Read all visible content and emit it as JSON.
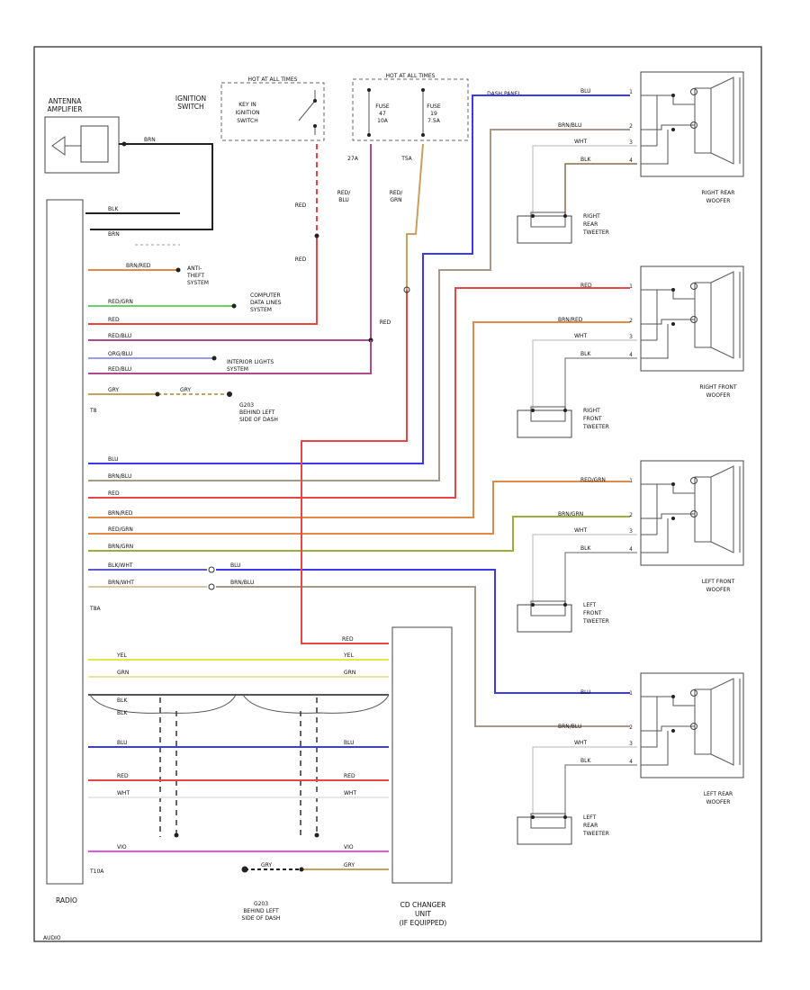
{
  "colors": {
    "blu": "#3a3ae8",
    "brn": "#8b6a4c",
    "wht": "#cfcfcf",
    "red": "#e94545",
    "org": "#e08a4a",
    "grn": "#4bbf4b",
    "yel": "#e6e64a",
    "gry": "#999999",
    "tan": "#c8a060",
    "vio": "#e05ad8",
    "redblu": "#b04a90",
    "orgblu": "#9a9aee",
    "brnorg": "#c4a080",
    "grnred": "#9aae3a",
    "dblu": "#5a5ac8",
    "ground": "#222222"
  },
  "labels": {
    "antenna_amplifier": [
      "ANTENNA",
      "AMPLIFIER"
    ],
    "ignition_switch": [
      "IGNITION",
      "SWITCH"
    ],
    "hot_at_all_times_1": "HOT AT ALL TIMES",
    "key_in_switch": [
      "KEY IN",
      "IGNITION",
      "SWITCH"
    ],
    "hot_at_all_times_2": "HOT AT ALL TIMES",
    "fuse_a": [
      "FUSE",
      "47",
      "10A"
    ],
    "fuse_b": [
      "FUSE",
      "19",
      "7.5A"
    ],
    "fuse_ref_a": "27A",
    "fuse_ref_b": "T5A",
    "dash_panel": "DASH PANEL",
    "anti_theft": [
      "ANTI-",
      "THEFT",
      "SYSTEM"
    ],
    "computer_data_lines": [
      "COMPUTER",
      "DATA LINES",
      "SYSTEM"
    ],
    "interior_lights": [
      "INTERIOR LIGHTS",
      "SYSTEM"
    ],
    "ground_g203": [
      "G203",
      "BEHIND LEFT",
      "SIDE OF DASH"
    ],
    "ground_g203_b": [
      "G203",
      "BEHIND LEFT",
      "SIDE OF DASH"
    ],
    "connector_t8": "T8",
    "connector_t8a": "T8A",
    "connector_t10a": "T10A",
    "radio": "RADIO",
    "cd_changer": [
      "CD CHANGER",
      "UNIT",
      "(IF EQUIPPED)"
    ],
    "right_rear_woofer": [
      "RIGHT REAR",
      "WOOFER"
    ],
    "right_rear_tweeter": [
      "RIGHT",
      "REAR",
      "TWEETER"
    ],
    "right_front_woofer": [
      "RIGHT FRONT",
      "WOOFER"
    ],
    "right_front_tweeter": [
      "RIGHT",
      "FRONT",
      "TWEETER"
    ],
    "left_front_woofer": [
      "LEFT FRONT",
      "WOOFER"
    ],
    "left_front_tweeter": [
      "LEFT",
      "FRONT",
      "TWEETER"
    ],
    "left_rear_woofer": [
      "LEFT REAR",
      "WOOFER"
    ],
    "left_rear_tweeter": [
      "LEFT",
      "REAR",
      "TWEETER"
    ],
    "footer": "AUDIO"
  },
  "wires": {
    "red": "RED",
    "red_blu": [
      "RED/",
      "BLU"
    ],
    "red_grn": [
      "RED/",
      "GRN"
    ],
    "antenna": "BRN",
    "radio_top": [
      "BLK",
      "BRN"
    ],
    "radio_t8": [
      "BRN/RED",
      "RED/GRN",
      "RED",
      "RED/BLU",
      "ORG/BLU",
      "RED/BLU",
      "GRY",
      "GRY"
    ],
    "radio_t8a": [
      "BLU",
      "BRN/BLU",
      "RED",
      "BRN/RED",
      "RED/GRN",
      "BRN/GRN",
      "BLK/WHT",
      "BRN/WHT"
    ],
    "radio_t8a_ext": [
      "BLU",
      "BRN/BLU"
    ],
    "radio_t10a": [
      "YEL",
      "GRN",
      "BLK",
      "BLK",
      "BLU",
      "RED",
      "WHT",
      "VIO"
    ],
    "cd_side": [
      "RED",
      "YEL",
      "GRN",
      "BLU",
      "RED",
      "WHT",
      "VIO",
      "GRY"
    ],
    "ground_wire": "GRY",
    "spk_rr": [
      "BLU",
      "BRN/BLU",
      "WHT",
      "BLK"
    ],
    "spk_rf": [
      "RED",
      "BRN/RED",
      "WHT",
      "BLK"
    ],
    "spk_lf": [
      "RED/GRN",
      "BRN/GRN",
      "WHT",
      "BLK"
    ],
    "spk_lr": [
      "BLU",
      "BRN/BLU",
      "WHT",
      "BLK"
    ]
  }
}
